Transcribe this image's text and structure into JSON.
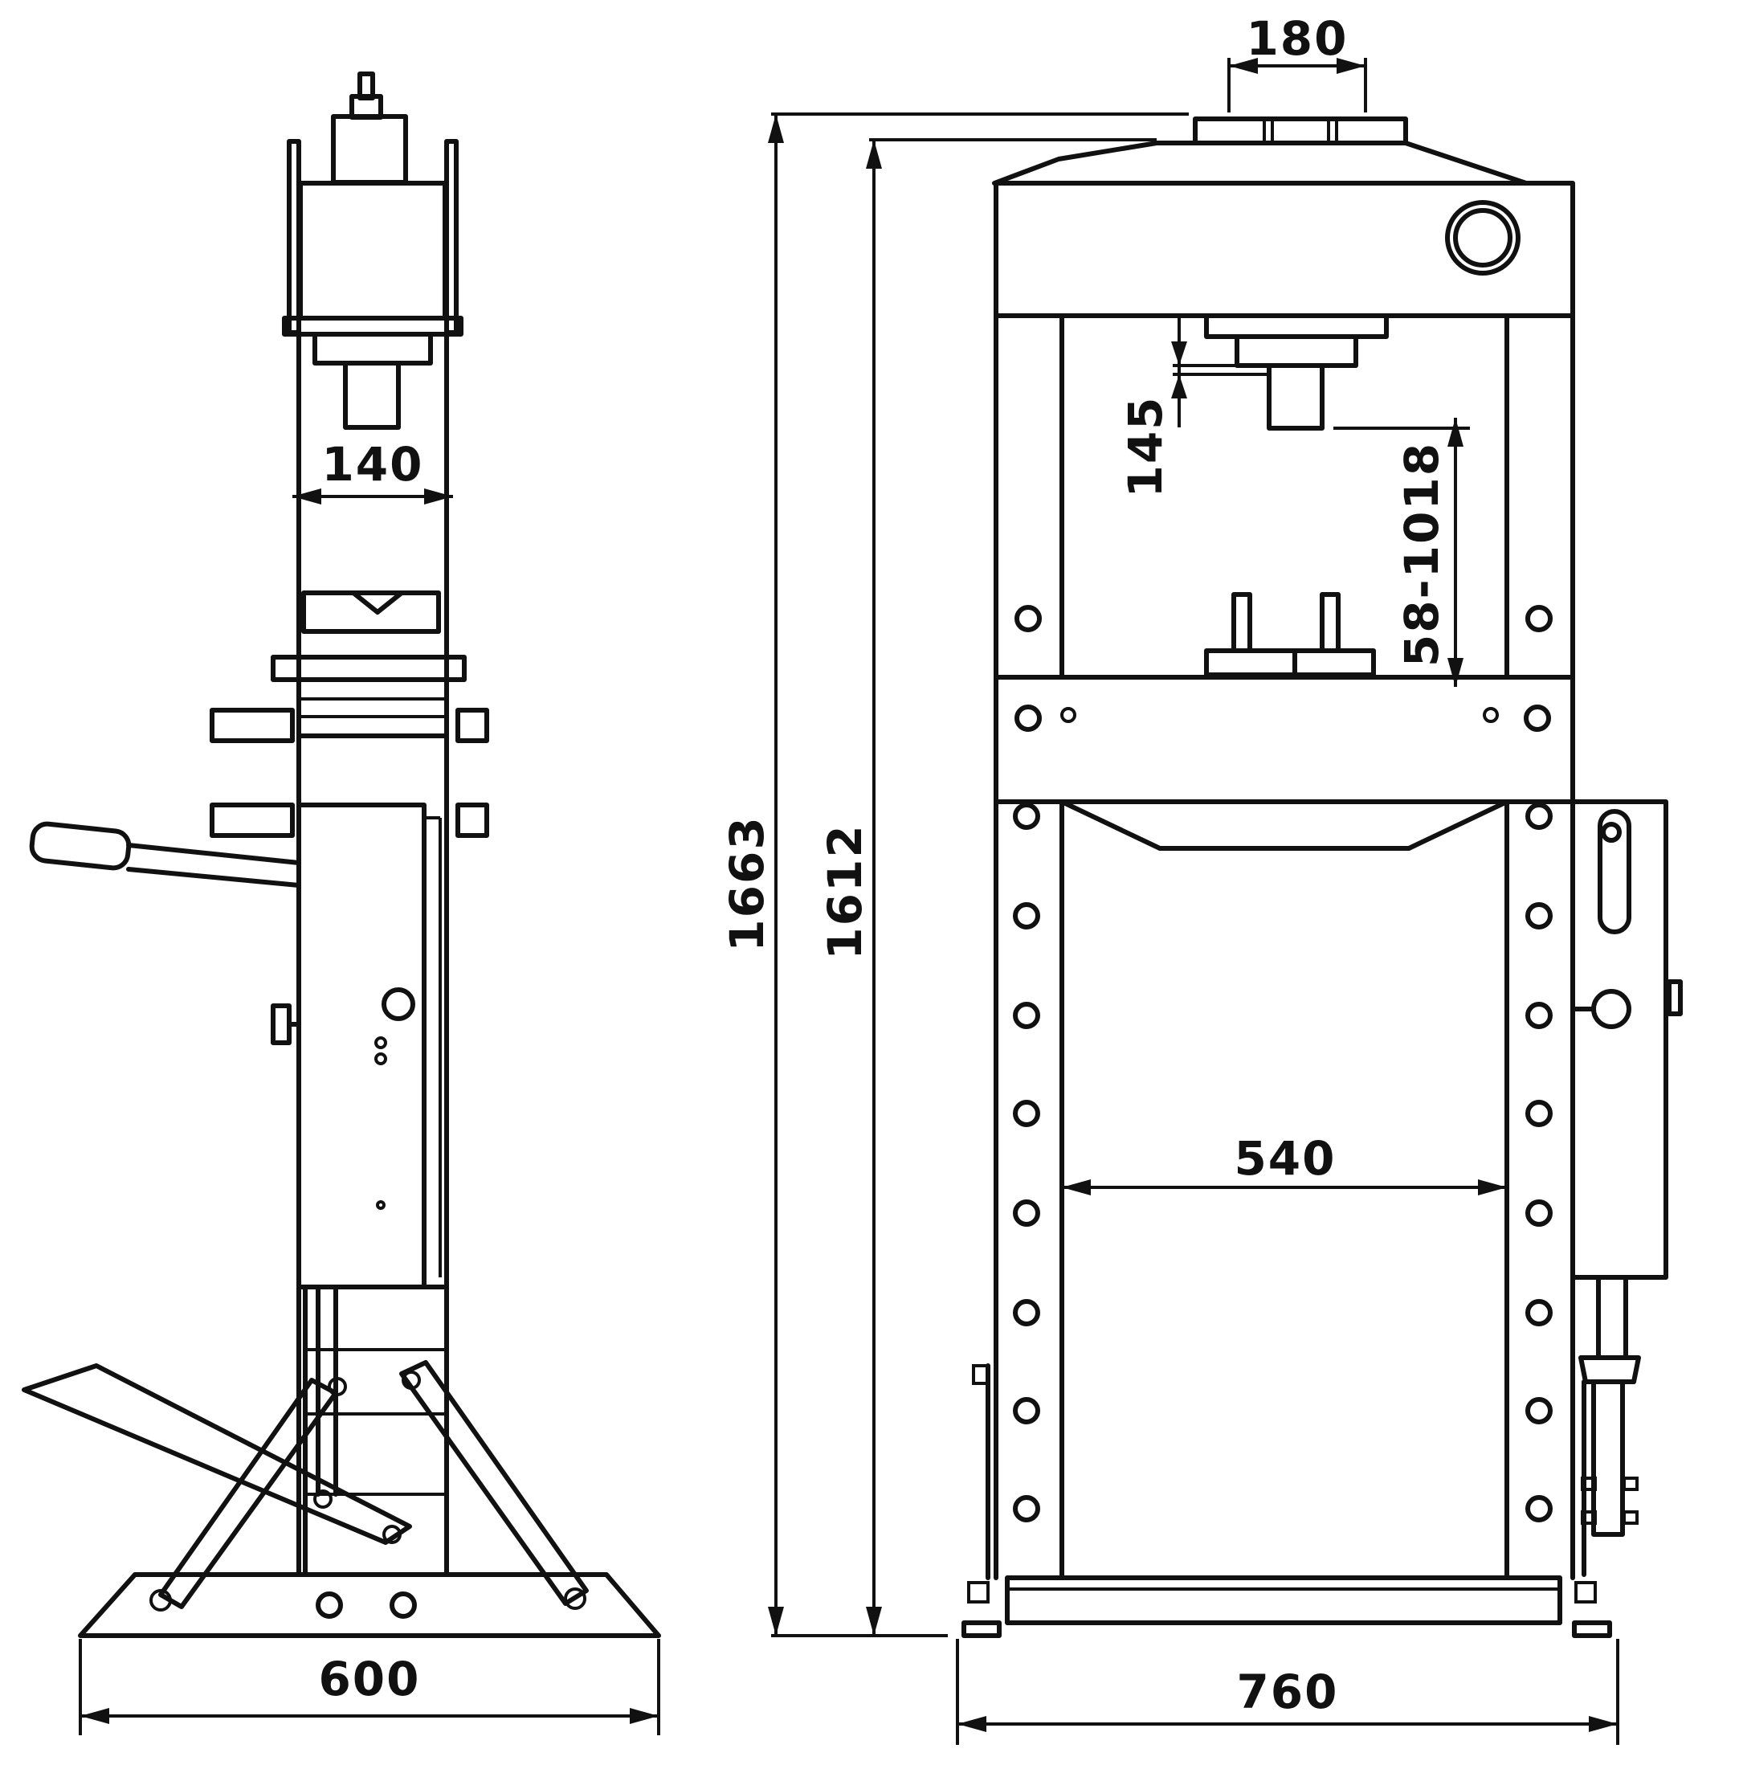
{
  "dimensions": {
    "side_base_width": "600",
    "side_frame_inner": "140",
    "front_ram_width": "180",
    "total_height": "1663",
    "frame_height": "1612",
    "ram_stroke": "145",
    "working_height": "58-1018",
    "inner_width": "540",
    "base_width": "760"
  },
  "colors": {
    "line": "#111111",
    "background": "#ffffff"
  }
}
